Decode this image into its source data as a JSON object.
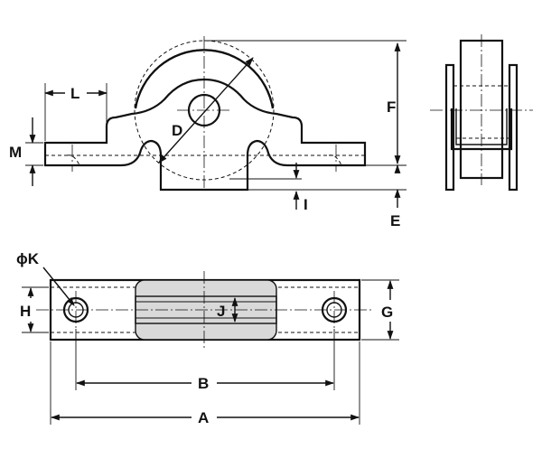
{
  "labels": {
    "L": "L",
    "M": "M",
    "D": "D",
    "F": "F",
    "I": "I",
    "E": "E",
    "phiK": "ϕK",
    "H": "H",
    "J": "J",
    "G": "G",
    "B": "B",
    "A": "A"
  },
  "colors": {
    "line": "#111111",
    "fill_gray": "#d9d9d9",
    "background": "#ffffff"
  }
}
